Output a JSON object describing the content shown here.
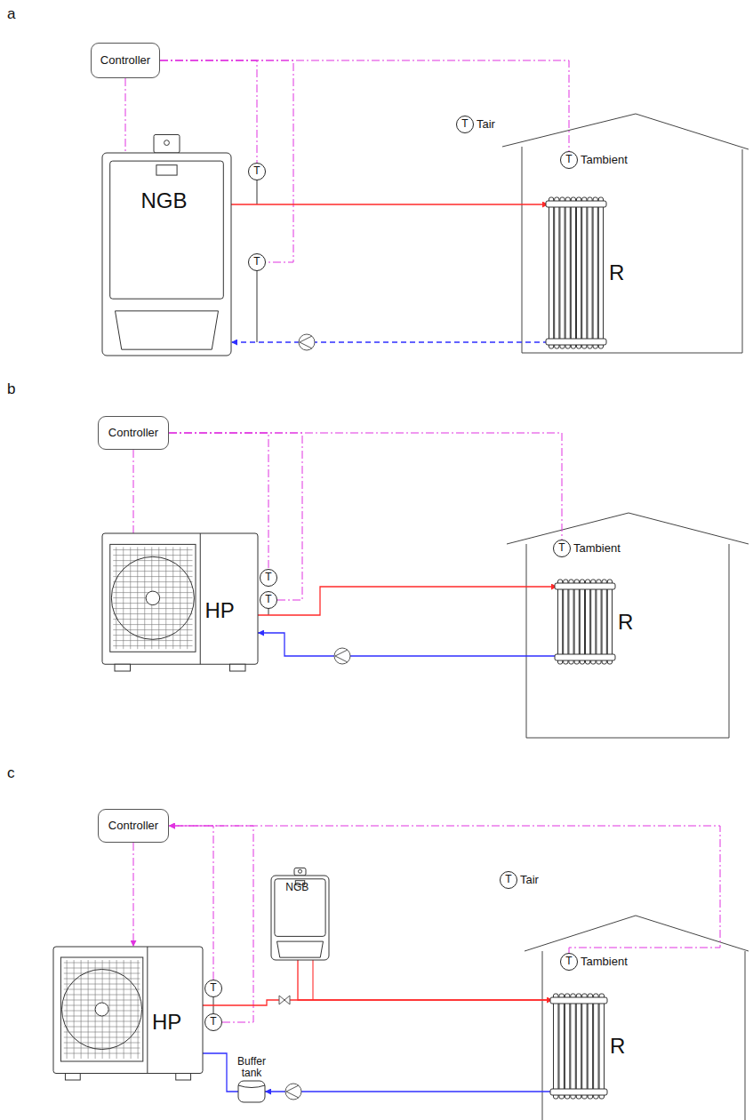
{
  "diagram": {
    "nodes": [
      {
        "text": [
          "Controller"
        ]
      },
      {
        "text": [
          "NGB"
        ]
      },
      {
        "text": [
          "T"
        ]
      },
      {
        "text": [
          "T"
        ]
      },
      {
        "text": [
          "T",
          "Tair"
        ]
      },
      {
        "text": [
          "T",
          "Tambient"
        ]
      },
      {
        "text": [
          "R"
        ]
      },
      {
        "text": [
          "Controller"
        ]
      },
      {
        "text": [
          "HP"
        ]
      },
      {
        "text": [
          "T"
        ]
      },
      {
        "text": [
          "T"
        ]
      },
      {
        "text": [
          "T",
          "Tambient"
        ]
      },
      {
        "text": [
          "R"
        ]
      },
      {
        "text": [
          "Controller"
        ]
      },
      {
        "text": [
          "NGB"
        ]
      },
      {
        "text": [
          "HP"
        ]
      },
      {
        "text": [
          "T"
        ]
      },
      {
        "text": [
          "T"
        ]
      },
      {
        "text": [
          "T",
          "Tair"
        ]
      },
      {
        "text": [
          "T",
          "Tambient"
        ]
      },
      {
        "text": [
          "R"
        ]
      },
      {
        "text": [
          "Buffer tank"
        ]
      }
    ],
    "edges": [
      {
        "from": 0,
        "to": 1,
        "arrow": "none"
      },
      {
        "from": 0,
        "to": 2,
        "arrow": "none"
      },
      {
        "from": 0,
        "to": 3,
        "arrow": "none"
      },
      {
        "from": 0,
        "to": 5,
        "arrow": "none"
      },
      {
        "from": 1,
        "to": 6,
        "arrow": "to"
      },
      {
        "from": 6,
        "to": 1,
        "arrow": "to"
      },
      {
        "from": 7,
        "to": 8,
        "arrow": "none"
      },
      {
        "from": 7,
        "to": 9,
        "arrow": "none"
      },
      {
        "from": 7,
        "to": 10,
        "arrow": "none"
      },
      {
        "from": 7,
        "to": 11,
        "arrow": "none"
      },
      {
        "from": 8,
        "to": 12,
        "arrow": "to"
      },
      {
        "from": 12,
        "to": 8,
        "arrow": "to"
      },
      {
        "from": 13,
        "to": 15,
        "arrow": "to"
      },
      {
        "from": 16,
        "to": 13,
        "arrow": "to"
      },
      {
        "from": 17,
        "to": 13,
        "arrow": "to"
      },
      {
        "from": 19,
        "to": 13,
        "arrow": "to"
      },
      {
        "from": 15,
        "to": 20,
        "arrow": "to"
      },
      {
        "from": 14,
        "to": 20,
        "arrow": "none"
      },
      {
        "from": 20,
        "to": 21,
        "arrow": "to"
      },
      {
        "from": 21,
        "to": 15,
        "arrow": "none"
      }
    ],
    "labels": [
      "a",
      "b",
      "c"
    ]
  }
}
